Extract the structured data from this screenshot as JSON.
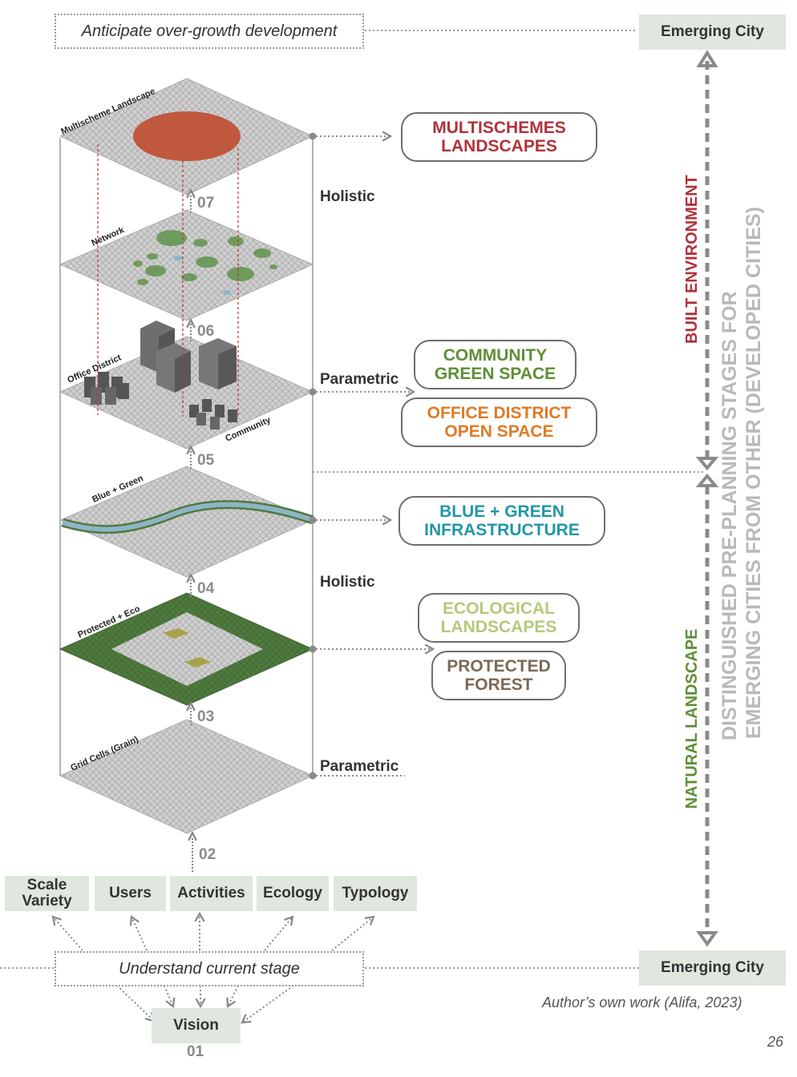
{
  "top": {
    "anticipate": "Anticipate over-growth development",
    "emerging_city_top": "Emerging City"
  },
  "layers": [
    {
      "step": "07",
      "label": "Multischeme Landscape"
    },
    {
      "step": "06",
      "label": "Network"
    },
    {
      "step": "05",
      "label": "Office District",
      "label2": "Community"
    },
    {
      "step": "04",
      "label": "Blue + Green"
    },
    {
      "step": "03",
      "label": "Protected + Eco"
    },
    {
      "step": "02",
      "label": "Grid Cells (Grain)"
    }
  ],
  "modes": {
    "holistic_1": "Holistic",
    "parametric_1": "Parametric",
    "holistic_2": "Holistic",
    "parametric_2": "Parametric"
  },
  "outcomes": {
    "multischemes": {
      "line1": "MULTISCHEMES",
      "line2": "LANDSCAPES",
      "color": "#b0323a"
    },
    "community": {
      "line1": "COMMUNITY",
      "line2": "GREEN SPACE",
      "color": "#5e8f35"
    },
    "office": {
      "line1": "OFFICE DISTRICT",
      "line2": "OPEN SPACE",
      "color": "#e07a26"
    },
    "blue_green": {
      "line1": "BLUE + GREEN",
      "line2": "INFRASTRUCTURE",
      "color": "#2396a8"
    },
    "ecological": {
      "line1": "ECOLOGICAL",
      "line2": "LANDSCAPES",
      "color": "#b4c97a"
    },
    "protected": {
      "line1": "PROTECTED",
      "line2": "FOREST",
      "color": "#7a6a55"
    }
  },
  "side": {
    "built_environment": "BUILT ENVIRONMENT",
    "natural_landscape": "NATURAL LANDSCAPE",
    "distinguished_line1": "DISTINGUISHED PRE-PLANNING STAGES FOR",
    "distinguished_line2": "EMERGING CITIES FROM OTHER (DEVELOPED CITIES)"
  },
  "factors": {
    "scale_variety_1": "Scale",
    "scale_variety_2": "Variety",
    "users": "Users",
    "activities": "Activities",
    "ecology": "Ecology",
    "typology": "Typology"
  },
  "bottom": {
    "understand": "Understand current stage",
    "emerging_city_bottom": "Emerging City",
    "vision": "Vision",
    "vision_step": "01",
    "credit": "Author’s own work (Alifa, 2023)",
    "page_number": "26"
  },
  "colors": {
    "grid_fill": "#c8c8c8",
    "grid_line": "#9e9e9e",
    "red_circle": "#c0583e",
    "green_dark": "#4f7a3e",
    "green_circle": "#6f9a5e",
    "river_blue": "#8fb4c8",
    "building": "#6e6e6e",
    "box_green": "#dfe7df",
    "arrow_grey": "#8a8a8a"
  }
}
